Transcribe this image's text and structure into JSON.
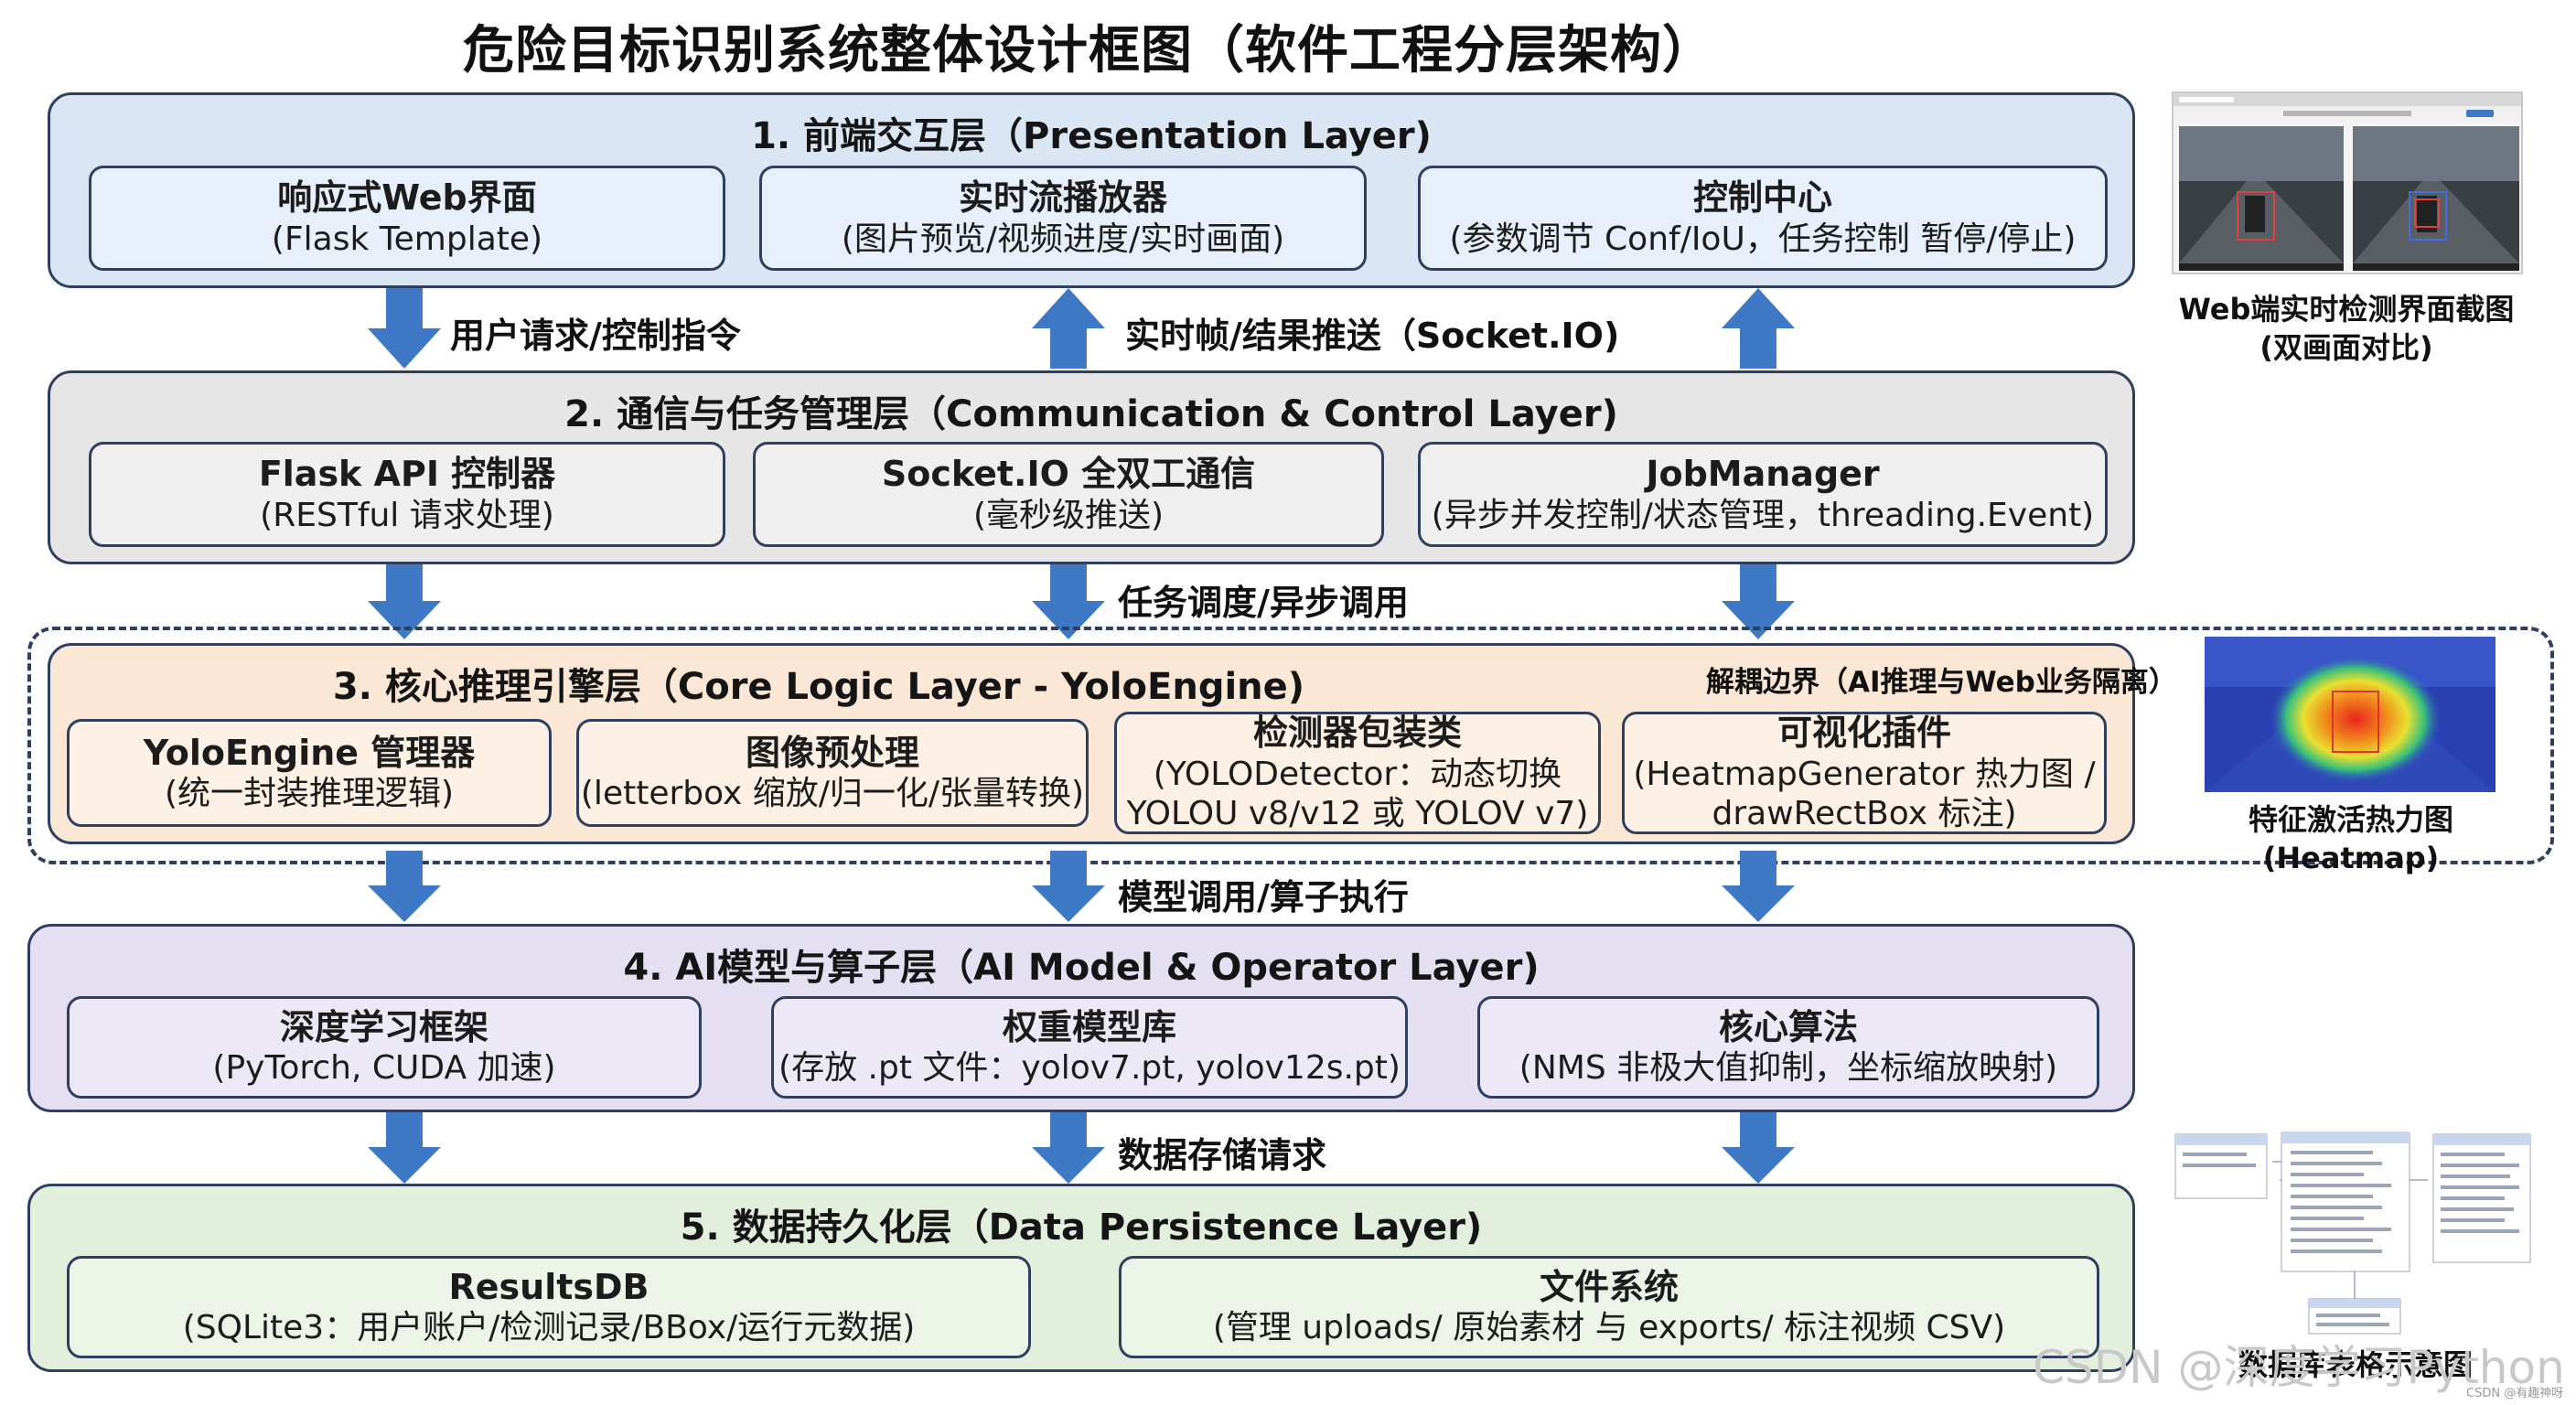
{
  "title": "危险目标识别系统整体设计框图（软件工程分层架构）",
  "layers": [
    {
      "title": "1. 前端交互层（Presentation Layer)",
      "boxes": [
        {
          "title": "响应式Web界面",
          "sub": "(Flask Template)"
        },
        {
          "title": "实时流播放器",
          "sub": "(图片预览/视频进度/实时画面)"
        },
        {
          "title": "控制中心",
          "sub": "(参数调节 Conf/IoU，任务控制 暂停/停止)"
        }
      ]
    },
    {
      "title": "2. 通信与任务管理层（Communication & Control Layer)",
      "boxes": [
        {
          "title": "Flask API 控制器",
          "sub": "(RESTful 请求处理)"
        },
        {
          "title": "Socket.IO 全双工通信",
          "sub": "(毫秒级推送)"
        },
        {
          "title": "JobManager",
          "sub": "(异步并发控制/状态管理，threading.Event)"
        }
      ]
    },
    {
      "title": "3. 核心推理引擎层（Core Logic Layer - YoloEngine)",
      "boxes": [
        {
          "title": "YoloEngine 管理器",
          "sub": "(统一封装推理逻辑)"
        },
        {
          "title": "图像预处理",
          "sub": "(letterbox 缩放/归一化/张量转换)"
        },
        {
          "title": "检测器包装类",
          "sub": "(YOLODetector：动态切换",
          "sub2": "YOLOU v8/v12 或 YOLOV v7)"
        },
        {
          "title": "可视化插件",
          "sub": "(HeatmapGenerator 热力图 /",
          "sub2": "drawRectBox 标注)"
        }
      ]
    },
    {
      "title": "4. AI模型与算子层（AI Model & Operator Layer)",
      "boxes": [
        {
          "title": "深度学习框架",
          "sub": "(PyTorch, CUDA 加速)"
        },
        {
          "title": "权重模型库",
          "sub": "(存放 .pt 文件：yolov7.pt, yolov12s.pt)"
        },
        {
          "title": "核心算法",
          "sub": "(NMS 非极大值抑制，坐标缩放映射)"
        }
      ]
    },
    {
      "title": "5. 数据持久化层（Data Persistence Layer)",
      "boxes": [
        {
          "title": "ResultsDB",
          "sub": "(SQLite3：用户账户/检测记录/BBox/运行元数据)"
        },
        {
          "title": "文件系统",
          "sub": "(管理 uploads/ 原始素材 与 exports/ 标注视频 CSV)"
        }
      ]
    }
  ],
  "arrows": {
    "l1_l2": "用户请求/控制指令",
    "l2_l1": "实时帧/结果推送（Socket.IO)",
    "l2_l3": "任务调度/异步调用",
    "l3_l4": "模型调用/算子执行",
    "l4_l5": "数据存储请求"
  },
  "decouple_label": "解耦边界（AI推理与Web业务隔离）",
  "side": {
    "web_caption_1": "Web端实时检测界面截图",
    "web_caption_2": "(双画面对比)",
    "heat_caption_1": "特征激活热力图",
    "heat_caption_2": "(Heatmap)",
    "db_caption": "数据库表格示意图"
  },
  "watermark": "CSDN @深度学习Python",
  "watermark_small": "CSDN @有趣神呀",
  "colors": {
    "arrow": "#3f78c4",
    "border": "#2f3f5f",
    "layer1": "#dbe6f4",
    "layer2": "#e6e6e6",
    "layer3": "#fbe7d6",
    "layer4": "#e4dff1",
    "layer5": "#e3efdd"
  }
}
